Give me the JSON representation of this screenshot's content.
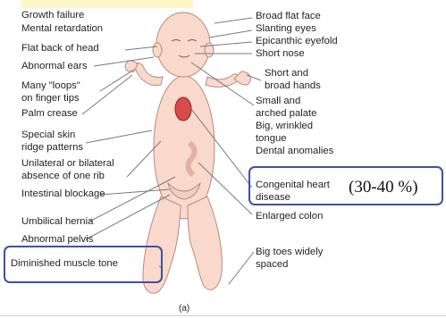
{
  "left_labels": [
    "Growth failure",
    "Mental retardation",
    "Flat back of head",
    "Abnormal ears",
    "Many \"loops\"",
    "on finger tips",
    "Palm crease",
    "Special skin",
    "ridge patterns",
    "Unilateral or bilateral",
    "absence of one rib",
    "Intestinal blockage",
    "Umbilical hernia",
    "Abnormal pelvis",
    "Diminished muscle tone"
  ],
  "right_labels": [
    "Broad flat face",
    "Slanting eyes",
    "Epicanthic eyefold",
    "Short nose",
    "Short and",
    "broad hands",
    "Small and",
    "arched palate",
    "Big, wrinkled",
    "tongue",
    "Dental anomalies",
    "Congenital heart",
    "disease",
    "Enlarged colon",
    "Big toes widely",
    "spaced"
  ],
  "annotation": "(30-40 %)",
  "caption": "(a)",
  "colors": {
    "highlight_box": "#3f4fa8",
    "skin": "#f8d9cb",
    "skin_outline": "#b98a80",
    "heart": "#d94a4a",
    "leader_line": "#7a7a7a"
  }
}
